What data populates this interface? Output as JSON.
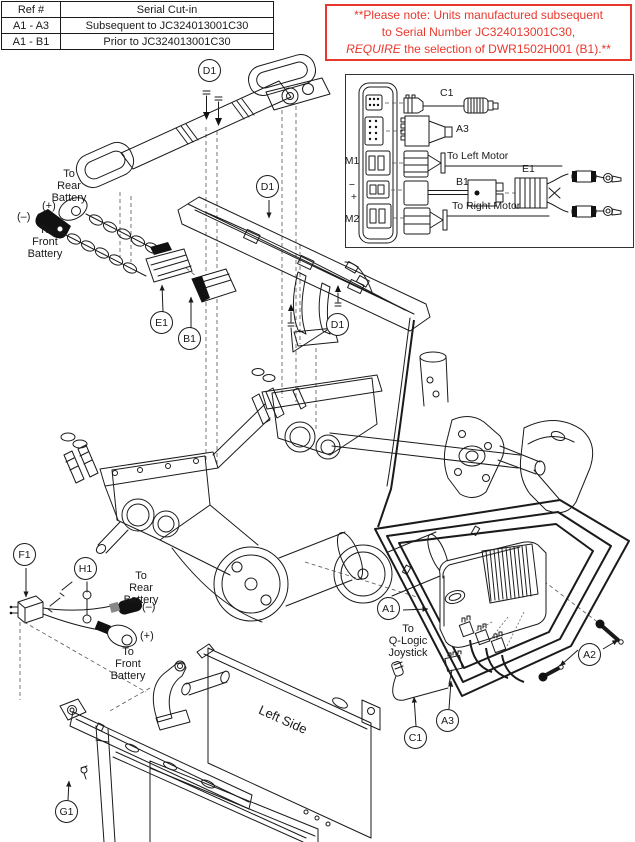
{
  "colors": {
    "ink": "#1a1a1a",
    "note_red": "#e8382d",
    "paper": "#ffffff"
  },
  "cutin_table": {
    "headers": [
      "Ref #",
      "Serial Cut-in"
    ],
    "rows": [
      [
        "A1 - A3",
        "Subsequent to JC324013001C30"
      ],
      [
        "A1 - B1",
        "Prior to JC324013001C30"
      ]
    ]
  },
  "note": {
    "line1": "**Please note: Units manufactured subsequent",
    "line2": "to Serial Number JC324013001C30,",
    "line3_italic": "REQUIRE",
    "line3_rest": " the selection of DWR1502H001 (B1).**"
  },
  "inset": {
    "c1": "C1",
    "a3": "A3",
    "b1": "B1",
    "e1": "E1",
    "m1": "M1",
    "m2": "M2",
    "minus": "−",
    "plus": "+",
    "to_left_motor": "To Left Motor",
    "to_right_motor": "To Right Motor"
  },
  "labels": {
    "to_rear_battery_upper": "To\nRear\nBattery",
    "plus_upper": "(+)",
    "minus_upper": "(–)",
    "to_front_battery_upper": "To\nFront\nBattery",
    "to_rear_battery_lower": "To\nRear\nBattery",
    "minus_lower": "(–)",
    "plus_lower": "(+)",
    "to_front_battery_lower": "To\nFront\nBattery",
    "q_logic": "To\nQ-Logic\nJoystick",
    "left_side": "Left Side"
  },
  "callouts": {
    "d1_top": "D1",
    "d1_tray": "D1",
    "d1_frame": "D1",
    "e1": "E1",
    "b1": "B1",
    "f1": "F1",
    "h1": "H1",
    "a1": "A1",
    "a2": "A2",
    "c1": "C1",
    "a3": "A3",
    "g1": "G1"
  }
}
